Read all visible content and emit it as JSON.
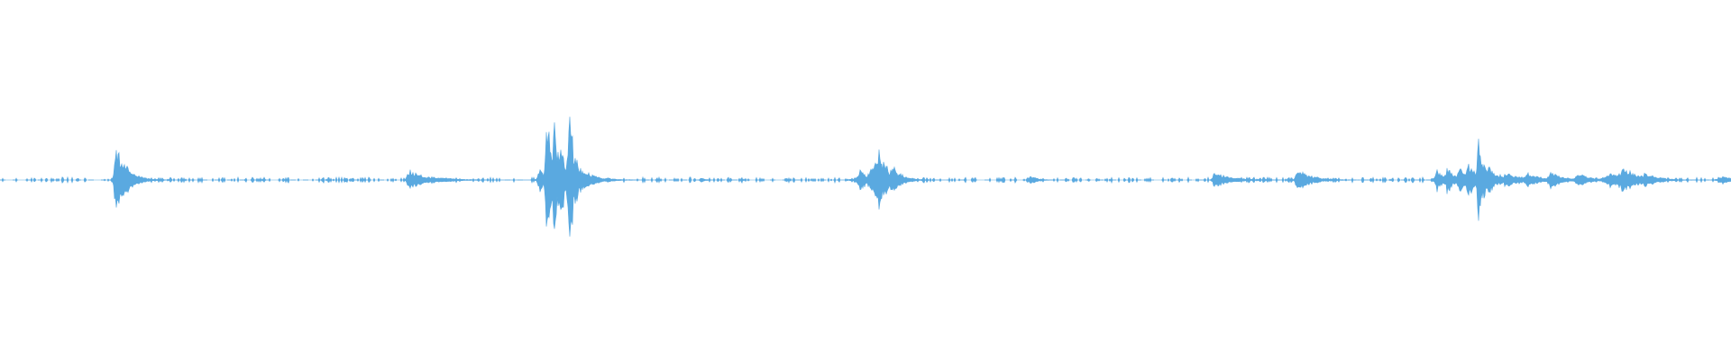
{
  "waveform": {
    "color": "#5aa9e0",
    "background": "#ffffff",
    "duration_fraction_axis": [
      0,
      1
    ],
    "amplitude_axis": [
      -1,
      1
    ],
    "bursts": [
      {
        "pos": 0.0665,
        "peak": 0.26,
        "decay": 0.006,
        "attack": 0.0006
      },
      {
        "pos": 0.2355,
        "peak": 0.07,
        "decay": 0.012,
        "attack": 0.0006
      },
      {
        "pos": 0.3115,
        "peak": 0.09,
        "decay": 0.003,
        "attack": 0.0008
      },
      {
        "pos": 0.316,
        "peak": 0.53,
        "decay": 0.0025,
        "attack": 0.0008
      },
      {
        "pos": 0.32,
        "peak": 0.48,
        "decay": 0.0025,
        "attack": 0.0008
      },
      {
        "pos": 0.324,
        "peak": 0.32,
        "decay": 0.0025,
        "attack": 0.0008
      },
      {
        "pos": 0.3285,
        "peak": 0.56,
        "decay": 0.003,
        "attack": 0.0008
      },
      {
        "pos": 0.332,
        "peak": 0.12,
        "decay": 0.008,
        "attack": 0.0008
      },
      {
        "pos": 0.405,
        "peak": 0.02,
        "decay": 0.002,
        "attack": 0.0005
      },
      {
        "pos": 0.497,
        "peak": 0.08,
        "decay": 0.004,
        "attack": 0.002
      },
      {
        "pos": 0.5065,
        "peak": 0.22,
        "decay": 0.006,
        "attack": 0.003
      },
      {
        "pos": 0.516,
        "peak": 0.1,
        "decay": 0.005,
        "attack": 0.002
      },
      {
        "pos": 0.595,
        "peak": 0.03,
        "decay": 0.004,
        "attack": 0.0006
      },
      {
        "pos": 0.701,
        "peak": 0.05,
        "decay": 0.01,
        "attack": 0.0006
      },
      {
        "pos": 0.749,
        "peak": 0.08,
        "decay": 0.008,
        "attack": 0.0006
      },
      {
        "pos": 0.83,
        "peak": 0.08,
        "decay": 0.004,
        "attack": 0.001
      },
      {
        "pos": 0.836,
        "peak": 0.1,
        "decay": 0.004,
        "attack": 0.001
      },
      {
        "pos": 0.843,
        "peak": 0.12,
        "decay": 0.004,
        "attack": 0.001
      },
      {
        "pos": 0.848,
        "peak": 0.14,
        "decay": 0.004,
        "attack": 0.001
      },
      {
        "pos": 0.854,
        "peak": 0.36,
        "decay": 0.003,
        "attack": 0.0006
      },
      {
        "pos": 0.86,
        "peak": 0.1,
        "decay": 0.006,
        "attack": 0.001
      },
      {
        "pos": 0.87,
        "peak": 0.06,
        "decay": 0.008,
        "attack": 0.002
      },
      {
        "pos": 0.882,
        "peak": 0.05,
        "decay": 0.008,
        "attack": 0.002
      },
      {
        "pos": 0.896,
        "peak": 0.06,
        "decay": 0.006,
        "attack": 0.002
      },
      {
        "pos": 0.912,
        "peak": 0.05,
        "decay": 0.006,
        "attack": 0.002
      },
      {
        "pos": 0.93,
        "peak": 0.05,
        "decay": 0.006,
        "attack": 0.003
      },
      {
        "pos": 0.938,
        "peak": 0.09,
        "decay": 0.008,
        "attack": 0.004
      },
      {
        "pos": 0.95,
        "peak": 0.05,
        "decay": 0.008,
        "attack": 0.003
      },
      {
        "pos": 0.995,
        "peak": 0.03,
        "decay": 0.006,
        "attack": 0.002
      }
    ],
    "noise_floor": 0.012
  }
}
